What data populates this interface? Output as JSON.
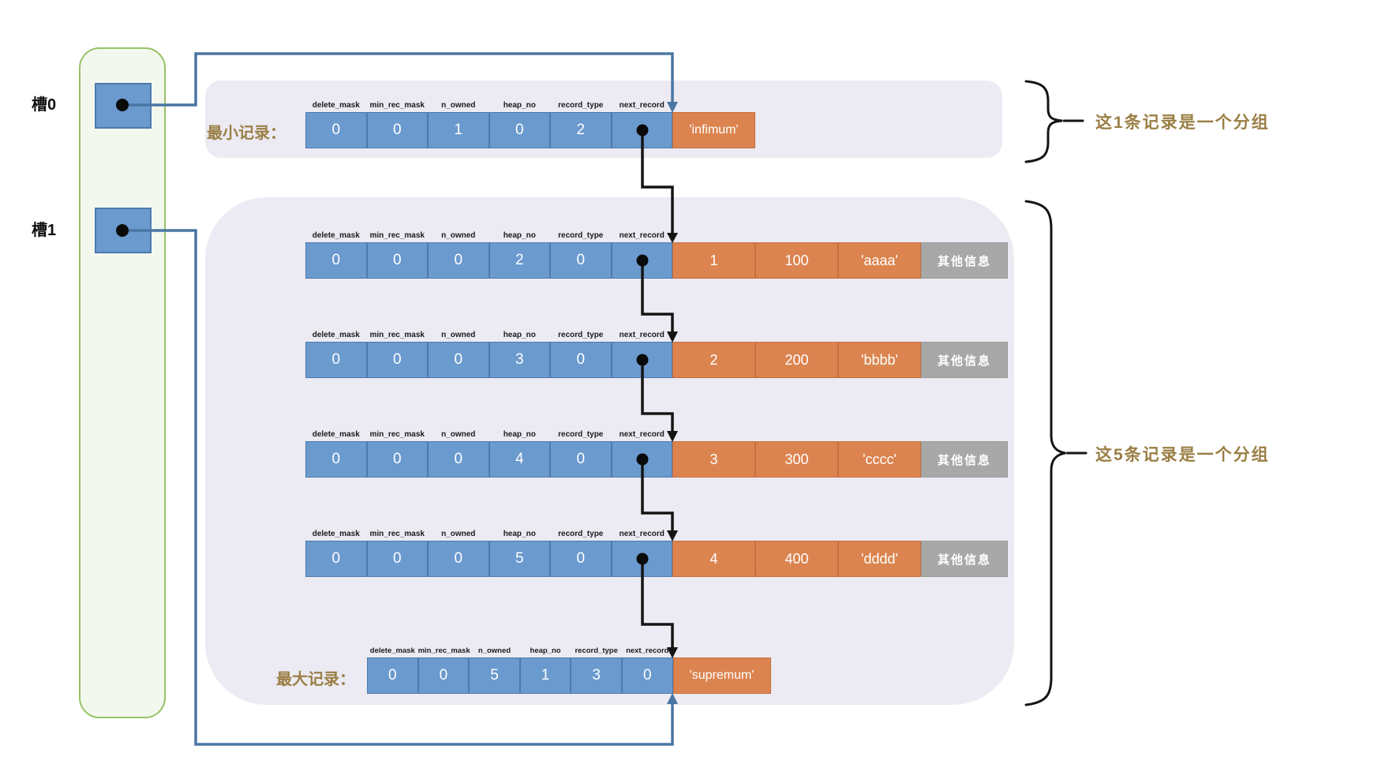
{
  "slots": {
    "slot0": "槽0",
    "slot1": "槽1"
  },
  "field_headers": [
    "delete_mask",
    "min_rec_mask",
    "n_owned",
    "heap_no",
    "record_type",
    "next_record"
  ],
  "min_record": {
    "label": "最小记录：",
    "values": [
      "0",
      "0",
      "1",
      "0",
      "2",
      ""
    ],
    "payload": "'infimum'"
  },
  "records": [
    {
      "values": [
        "0",
        "0",
        "0",
        "2",
        "0",
        ""
      ],
      "payload": [
        "1",
        "100",
        "'aaaa'"
      ],
      "extra": "其他信息"
    },
    {
      "values": [
        "0",
        "0",
        "0",
        "3",
        "0",
        ""
      ],
      "payload": [
        "2",
        "200",
        "'bbbb'"
      ],
      "extra": "其他信息"
    },
    {
      "values": [
        "0",
        "0",
        "0",
        "4",
        "0",
        ""
      ],
      "payload": [
        "3",
        "300",
        "'cccc'"
      ],
      "extra": "其他信息"
    },
    {
      "values": [
        "0",
        "0",
        "0",
        "5",
        "0",
        ""
      ],
      "payload": [
        "4",
        "400",
        "'dddd'"
      ],
      "extra": "其他信息"
    }
  ],
  "max_record": {
    "label": "最大记录：",
    "values": [
      "0",
      "0",
      "5",
      "1",
      "3",
      "0"
    ],
    "payload": "'supremum'"
  },
  "annotations": {
    "group_top": "这1条记录是一个分组",
    "group_bottom": "这5条记录是一个分组"
  },
  "colors": {
    "cell_blue": "#6b9ace",
    "cell_blue_border": "#4d7aae",
    "cell_orange": "#dc8450",
    "cell_gray": "#a8a8a8",
    "panel_purple": "#eceaf2",
    "panel_green_fill": "#f3f8ee",
    "panel_green_border": "#97c266",
    "gold_text": "#9a7f45",
    "connector_blue": "#4a76a3",
    "connector_black": "#141414"
  }
}
